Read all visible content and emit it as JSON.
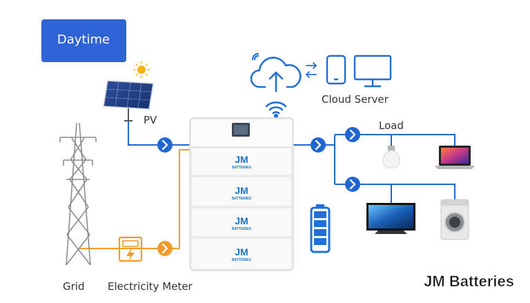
{
  "badge": {
    "label": "Daytime"
  },
  "labels": {
    "pv": "PV",
    "cloud_server": "Cloud Server",
    "load": "Load",
    "grid": "Grid",
    "meter": "Electricity Meter"
  },
  "module_brand": {
    "top": "JM",
    "bottom": "BATTERIES"
  },
  "watermark": "JM Batteries",
  "colors": {
    "blue_line": "#1f66d1",
    "orange_line": "#f39a2b",
    "badge": "#2f63d6",
    "icon_blue": "#1f6fd8"
  }
}
